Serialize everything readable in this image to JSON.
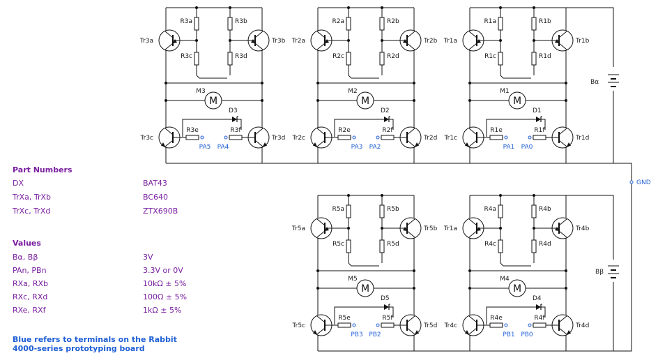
{
  "colors": {
    "wire": "#111111",
    "accent": "#7a1fa0",
    "terminal": "#1f5fd6"
  },
  "circuit": {
    "gnd_label": "GND",
    "batteries": [
      {
        "label": "Bα"
      },
      {
        "label": "Bβ"
      }
    ],
    "bridges": [
      {
        "id": "3",
        "motor": "M3",
        "diode": "D3",
        "resistors": [
          "R3a",
          "R3b",
          "R3c",
          "R3d",
          "R3e",
          "R3f"
        ],
        "transistors": [
          "Tr3a",
          "Tr3b",
          "Tr3c",
          "Tr3d"
        ],
        "terminals": [
          "PA5",
          "PA4"
        ]
      },
      {
        "id": "2",
        "motor": "M2",
        "diode": "D2",
        "resistors": [
          "R2a",
          "R2b",
          "R2c",
          "R2d",
          "R2e",
          "R2f"
        ],
        "transistors": [
          "Tr2a",
          "Tr2b",
          "Tr2c",
          "Tr2d"
        ],
        "terminals": [
          "PA3",
          "PA2"
        ]
      },
      {
        "id": "1",
        "motor": "M1",
        "diode": "D1",
        "resistors": [
          "R1a",
          "R1b",
          "R1c",
          "R1d",
          "R1e",
          "R1f"
        ],
        "transistors": [
          "Tr1a",
          "Tr1b",
          "Tr1c",
          "Tr1d"
        ],
        "terminals": [
          "PA1",
          "PA0"
        ]
      },
      {
        "id": "5",
        "motor": "M5",
        "diode": "D5",
        "resistors": [
          "R5a",
          "R5b",
          "R5c",
          "R5d",
          "R5e",
          "R5f"
        ],
        "transistors": [
          "Tr5a",
          "Tr5b",
          "Tr5c",
          "Tr5d"
        ],
        "terminals": [
          "PB3",
          "PB2"
        ]
      },
      {
        "id": "4",
        "motor": "M4",
        "diode": "D4",
        "resistors": [
          "R4a",
          "R4b",
          "R4c",
          "R4d",
          "R4e",
          "R4f"
        ],
        "transistors": [
          "Tr1a",
          "Tr4b",
          "Tr4c",
          "Tr4d"
        ],
        "terminals": [
          "PB1",
          "PB0"
        ]
      }
    ]
  },
  "legend": {
    "part_numbers_title": "Part Numbers",
    "part_numbers": [
      {
        "name": "DX",
        "value": "BAT43"
      },
      {
        "name": "TrXa, TrXb",
        "value": "BC640"
      },
      {
        "name": "TrXc, TrXd",
        "value": "ZTX690B"
      }
    ],
    "values_title": "Values",
    "values": [
      {
        "name": "Bα, Bβ",
        "value": "3V"
      },
      {
        "name": "PAn, PBn",
        "value": "3.3V or 0V"
      },
      {
        "name": "RXa, RXb",
        "value": "10kΩ ± 5%"
      },
      {
        "name": "RXc, RXd",
        "value": "100Ω ± 5%"
      },
      {
        "name": "RXe, RXf",
        "value": "1kΩ ± 5%"
      }
    ],
    "note_line1": "Blue refers to terminals on the Rabbit",
    "note_line2": "4000-series prototyping board"
  }
}
